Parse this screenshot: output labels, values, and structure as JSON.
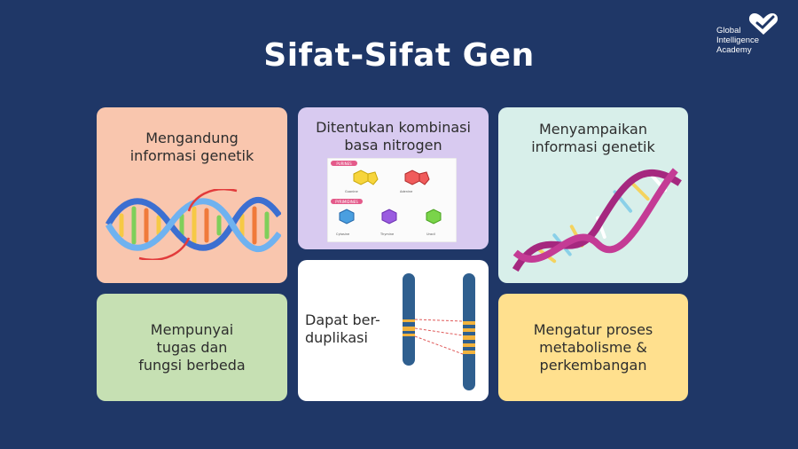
{
  "logo": {
    "icon": "heart-check-icon",
    "lines": [
      "Global",
      "Intelligence",
      "Academy"
    ]
  },
  "title": "Sifat-Sifat Gen",
  "cards": [
    {
      "id": "c1",
      "lines": [
        "Mengandung",
        "informasi genetik"
      ],
      "illustration": "dna-helix-icon",
      "color": "#f9c6ae"
    },
    {
      "id": "c2",
      "lines": [
        "Ditentukan kombinasi",
        "basa nitrogen"
      ],
      "illustration": "nitrogen-bases-diagram",
      "color": "#d8caf0",
      "diagram": {
        "groups": [
          "PURINES",
          "PYRIMIDINES"
        ],
        "purines": [
          "Guanine",
          "Adenine"
        ],
        "pyrimidines": [
          "Cytosine",
          "Thymine",
          "Uracil"
        ]
      }
    },
    {
      "id": "c3",
      "lines": [
        "Menyampaikan",
        "informasi genetik"
      ],
      "illustration": "dna-strand-icon",
      "color": "#d8efea"
    },
    {
      "id": "c4",
      "lines": [
        "Mempunyai",
        "tugas dan",
        "fungsi berbeda"
      ],
      "color": "#c6e0b3"
    },
    {
      "id": "c5",
      "lines": [
        "Dapat ber-",
        "duplikasi"
      ],
      "illustration": "chromosome-duplication-icon",
      "color": "#ffffff"
    },
    {
      "id": "c6",
      "lines": [
        "Mengatur proses",
        "metabolisme &",
        "perkembangan"
      ],
      "color": "#ffe08e"
    }
  ]
}
